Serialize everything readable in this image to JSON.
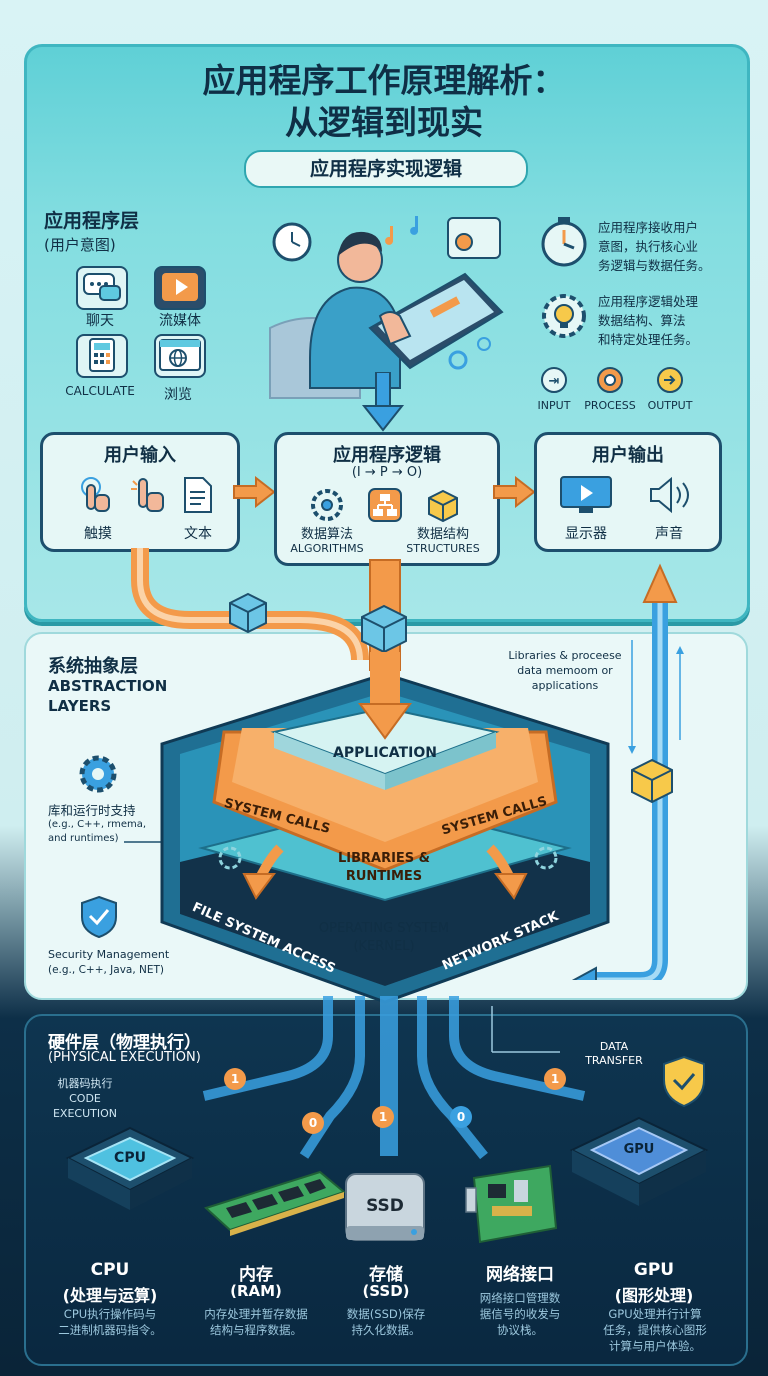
{
  "header": {
    "title_line1": "应用程序工作原理解析：",
    "title_line2": "从逻辑到现实",
    "subtitle": "应用程序实现逻辑"
  },
  "app_layer": {
    "title": "应用程序层",
    "subtitle": "(用户意图)",
    "apps": [
      {
        "label": "聊天",
        "icon": "chat-icon"
      },
      {
        "label": "流媒体",
        "icon": "video-play-icon"
      },
      {
        "label": "CALCULATE",
        "icon": "calculator-icon"
      },
      {
        "label": "浏览",
        "icon": "globe-browser-icon"
      }
    ],
    "note1": [
      "应用程序接收用户",
      "意图，执行核心业",
      "务逻辑与数据任务。"
    ],
    "note2": [
      "应用程序逻辑处理",
      "数据结构、算法",
      "和特定处理任务。"
    ],
    "ipo": [
      "INPUT",
      "PROCESS",
      "OUTPUT"
    ]
  },
  "flow": {
    "input": {
      "title": "用户输入",
      "items": [
        "触摸",
        "文本"
      ]
    },
    "logic": {
      "title": "应用程序逻辑",
      "formula": "(I → P → O)",
      "items": [
        {
          "cn": "数据算法",
          "en": "ALGORITHMS"
        },
        {
          "cn": "数据结构",
          "en": "STRUCTURES"
        }
      ]
    },
    "output": {
      "title": "用户输出",
      "items": [
        "显示器",
        "声音"
      ]
    }
  },
  "abstraction": {
    "title": "系统抽象层",
    "title_en_1": "ABSTRACTION",
    "title_en_2": "LAYERS",
    "libs_note": [
      "Libraries & proceese",
      "data memoom or",
      "applications"
    ],
    "runtime_title": "库和运行时支持",
    "runtime_sub": [
      "(e.g., C++, rmema,",
      "and runtimes)"
    ],
    "security_title": "Security Management",
    "security_sub": "(e.g., C++, Java, NET)",
    "application": "APPLICATION",
    "system_calls_left": "SYSTEM CALLS",
    "system_calls_right": "SYSTEM CALLS",
    "libraries": [
      "LIBRARIES &",
      "RUNTIMES"
    ],
    "os": [
      "OPERATING SYSTEM",
      "(KERNEL)"
    ],
    "file_system": "FILE SYSTEM ACCESS",
    "network": "NETWORK STACK"
  },
  "hardware": {
    "title": "硬件层（物理执行）",
    "title_en": "(PHYSICAL EXECUTION)",
    "machine_code": [
      "机器码执行",
      "CODE",
      "EXECUTION"
    ],
    "data_transfer": [
      "DATA",
      "TRANSFER"
    ],
    "chips": {
      "cpu": "CPU",
      "ssd": "SSD",
      "gpu": "GPU"
    },
    "bits": [
      "1",
      "0",
      "1",
      "0",
      "1"
    ],
    "components": [
      {
        "name": "CPU",
        "sub": "(处理与运算)",
        "desc": [
          "CPU执行操作码与",
          "二进制机器码指令。"
        ]
      },
      {
        "name": "内存",
        "sub": "(RAM)",
        "desc": [
          "内存处理并暂存数据",
          "结构与程序数据。"
        ]
      },
      {
        "name": "存储",
        "sub": "(SSD)",
        "desc": [
          "数据(SSD)保存",
          "持久化数据。"
        ]
      },
      {
        "name": "网络接口",
        "sub": "",
        "desc": [
          "网络接口管理数",
          "据信号的收发与",
          "协议栈。"
        ]
      },
      {
        "name": "GPU",
        "sub": "(图形处理)",
        "desc": [
          "GPU处理并行计算",
          "任务，提供核心图形",
          "计算与用户体验。"
        ]
      }
    ]
  },
  "colors": {
    "teal": "#5fd0d6",
    "navy": "#0e3550",
    "orange": "#f39a4a",
    "blue": "#3aa0e0"
  }
}
